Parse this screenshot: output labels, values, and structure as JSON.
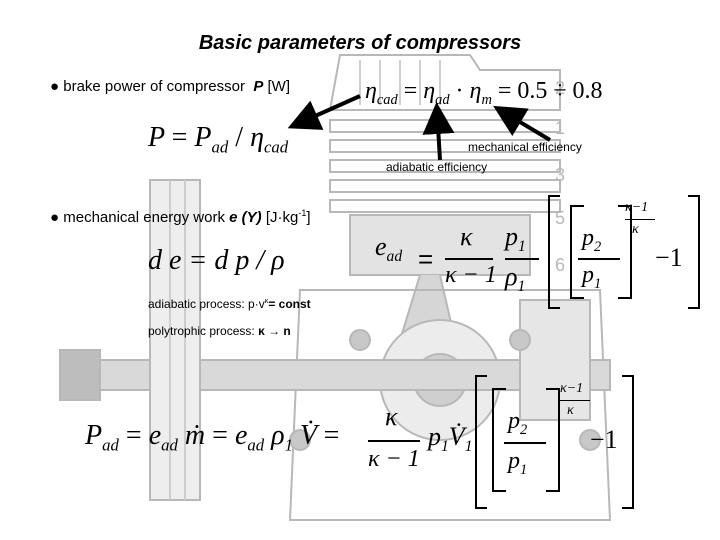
{
  "slide": {
    "title": "Basic parameters of compressors"
  },
  "bullets": {
    "b1_prefix": "brake power of compressor",
    "b1_symbol": "P",
    "b1_unit": "[W]",
    "b2_prefix": "mechanical energy work",
    "b2_symbol": "e (Y)",
    "b2_unit": "[J·kg",
    "b2_unit_sup": "-1",
    "b2_unit_end": "]"
  },
  "labels": {
    "mechanical_efficiency": "mechanical efficiency",
    "adiabatic_efficiency": "adiabatic efficiency",
    "adiabatic_process_label": "adiabatic process: p·v",
    "adiabatic_process_kappa": "κ",
    "adiabatic_process_end": "= const",
    "polytrophic_process_label": "polytrophic process:",
    "polytrophic_process_rel": "κ → n"
  },
  "formulas": {
    "eta_cad_lhs": "η",
    "eta_cad_lhs_sub": "cad",
    "eta_cad_eq": "=",
    "eta_ad": "η",
    "eta_ad_sub": "ad",
    "eta_m": "η",
    "eta_m_sub": "m",
    "eta_range": "= 0.5 ÷ 0.8",
    "power_P": "P",
    "power_Pad": "P",
    "power_Pad_sub": "ad",
    "power_eta": "η",
    "power_eta_sub": "cad",
    "work_de": "d e = d p / ρ",
    "e_ad": "e",
    "e_ad_sub": "ad",
    "kappa": "κ",
    "kappa_minus_1": "κ − 1",
    "p1": "p",
    "rho1": "ρ",
    "p2": "p",
    "minus_one": "−1",
    "exp_num": "κ−1",
    "exp_den": "κ",
    "pad_lhs": "P",
    "pad_sub": "ad",
    "pad_mid": "= e",
    "pad_mid_sub": "ad",
    "pad_m": "ṁ",
    "pad_eq2": "= e",
    "pad_rho": "ρ",
    "pad_V": "V̇",
    "pad_eq3": "=",
    "pad_pV": "p",
    "pad_V2": "V̇"
  },
  "background_numbers": [
    "2",
    "1",
    "3",
    "5",
    "6"
  ],
  "colors": {
    "text": "#000000",
    "drawing": "#b8b8b8",
    "drawing_dark": "#8c8c8c"
  }
}
